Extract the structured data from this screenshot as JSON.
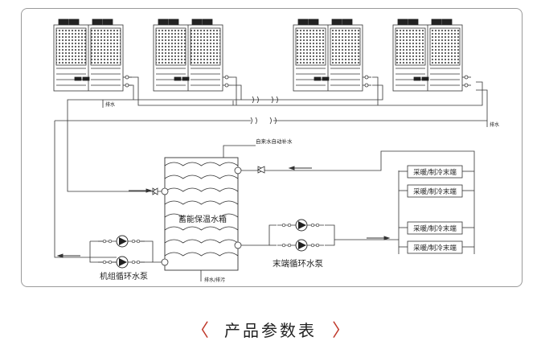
{
  "diagram": {
    "tank_label": "蓄能保温水箱",
    "unit_pump_label": "机组循环水泵",
    "terminal_pump_label": "末端循环水泵",
    "tap_water_label": "自来水自动补水",
    "drain_label": "排水",
    "drain_sewage_label": "排水/排污",
    "terminal_items": [
      "采暖/制冷末端",
      "采暖/制冷末端",
      "采暖/制冷末端",
      "采暖/制冷末端"
    ]
  },
  "footer": {
    "left_bracket": "〈",
    "title": "产品参数表",
    "right_bracket": "〉"
  }
}
